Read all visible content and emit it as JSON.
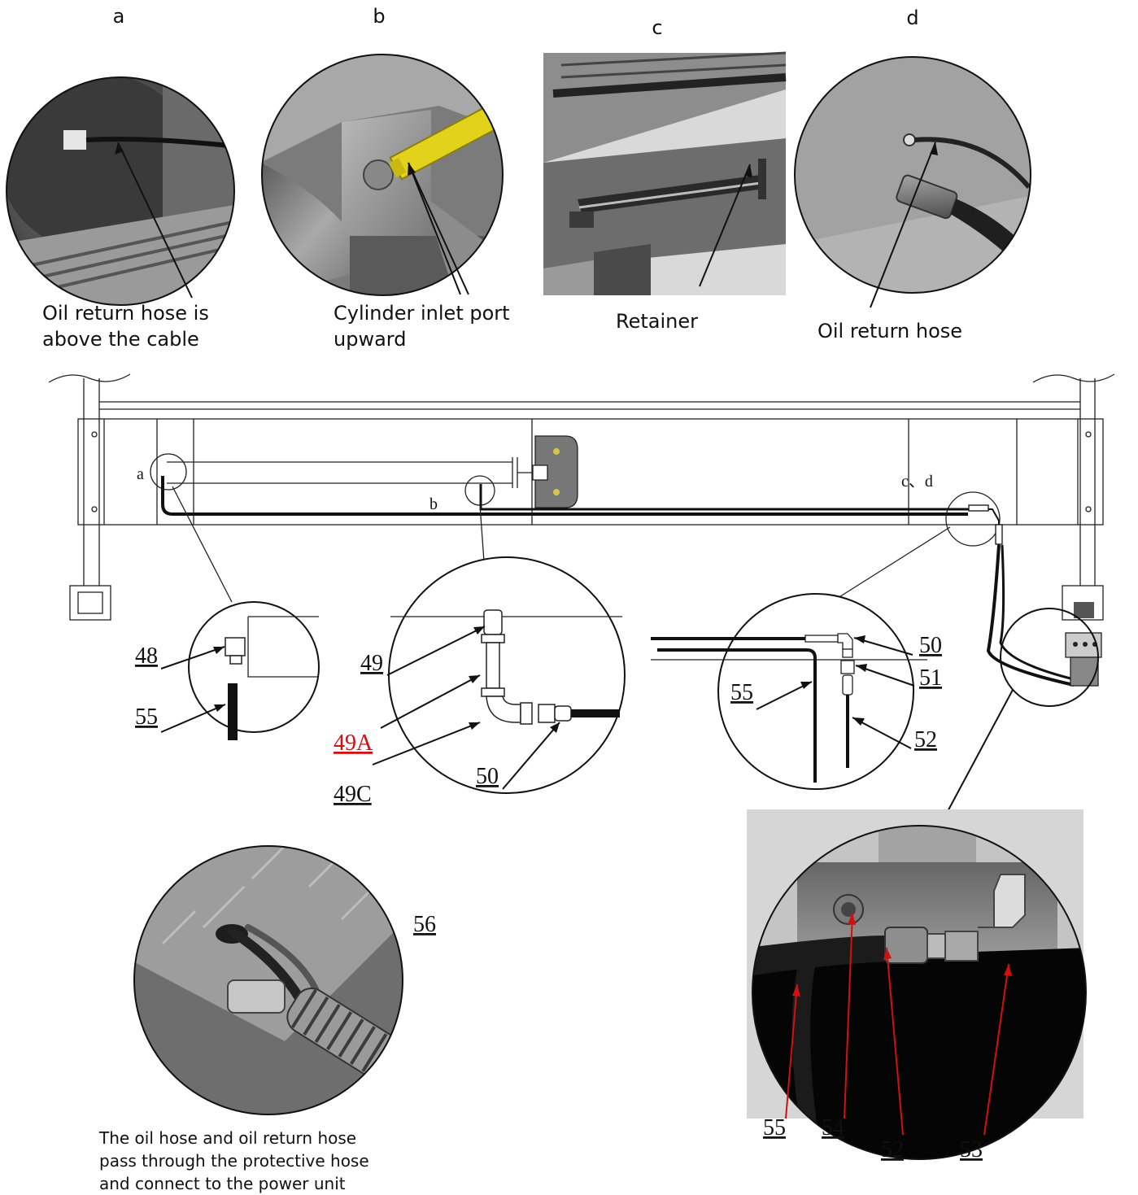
{
  "photos": {
    "a": {
      "letter": "a",
      "caption_line1": "Oil return hose is",
      "caption_line2": "above the cable"
    },
    "b": {
      "letter": "b",
      "caption_line1": "Cylinder inlet port",
      "caption_line2": "upward"
    },
    "c": {
      "letter": "c",
      "caption_line1": "Retainer"
    },
    "d": {
      "letter": "d",
      "caption_line1": "Oil return hose"
    }
  },
  "main": {
    "marker_a": "a",
    "marker_b": "b",
    "marker_cd": "c、d"
  },
  "detail_a": {
    "p48": "48",
    "p55": "55"
  },
  "detail_b": {
    "p49": "49",
    "p49A": "49A",
    "p49C": "49C",
    "p50": "50"
  },
  "detail_cd": {
    "p50": "50",
    "p51": "51",
    "p55": "55",
    "p52": "52"
  },
  "detail_56": {
    "label": "56",
    "caption_line1": "The oil hose and oil return hose",
    "caption_line2": "pass through the protective hose",
    "caption_line3": "and connect to the power unit"
  },
  "detail_power": {
    "p55": "55",
    "p54": "54",
    "p52": "52",
    "p53": "53"
  },
  "colors": {
    "red_label": "#d21010",
    "yellow_fitting": "#e3d21c"
  }
}
